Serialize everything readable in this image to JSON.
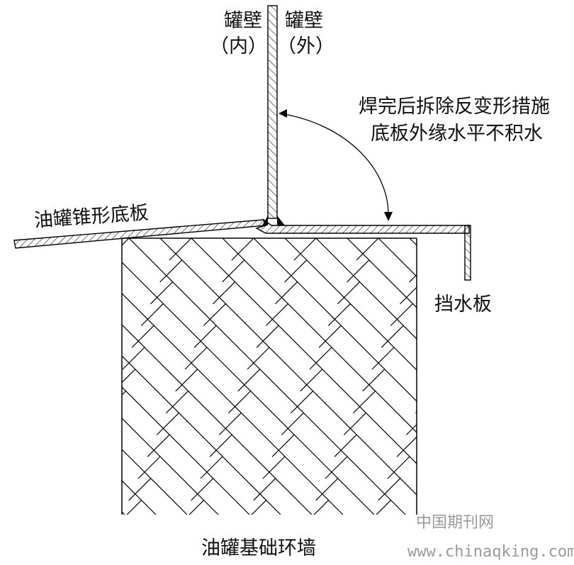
{
  "labels": {
    "tank_wall_inner": "罐壁",
    "tank_wall_inner_sub": "（内）",
    "tank_wall_outer": "罐壁",
    "tank_wall_outer_sub": "（外）",
    "measure_line1": "焊完后拆除反变形措施",
    "measure_line2": "底板外缘水平不积水",
    "cone_bottom": "油罐锥形底板",
    "water_baffle": "挡水板",
    "foundation_ring_wall": "油罐基础环墙"
  },
  "watermark": {
    "cn": "中国期刊网",
    "url": "www.chinaqking.com"
  }
}
